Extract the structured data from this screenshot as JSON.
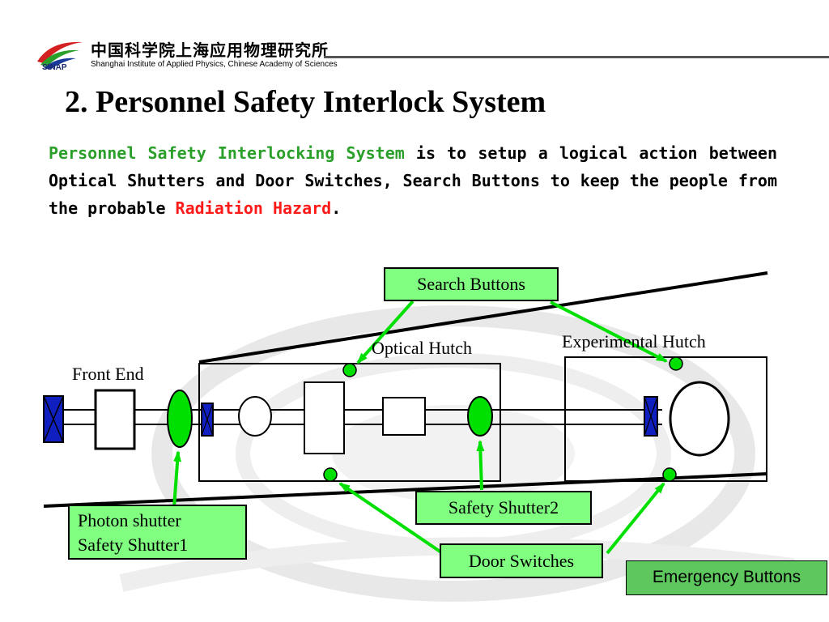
{
  "header": {
    "logo_cn": "中国科学院上海应用物理研究所",
    "logo_en": "Shanghai Institute of Applied Physics, Chinese Academy of Sciences",
    "logo_abbr": "SINAP"
  },
  "slide": {
    "title": "2.  Personnel Safety Interlock System",
    "intro_highlight": "Personnel Safety Interlocking System",
    "intro_body": " is to setup a logical action between Optical Shutters and Door Switches, Search Buttons to keep the people from the probable ",
    "intro_hazard": "Radiation Hazard",
    "intro_end": "."
  },
  "diagram": {
    "front_end": "Front End",
    "optical_hutch": "Optical Hutch",
    "experimental_hutch": "Experimental Hutch",
    "search_buttons": "Search Buttons",
    "photon_shutter": "Photon shutter",
    "safety_shutter1": "Safety Shutter1",
    "safety_shutter2": "Safety Shutter2",
    "door_switches": "Door Switches",
    "emergency_buttons": "Emergency Buttons"
  },
  "colors": {
    "accent_green": "#00e000",
    "box_green": "#80ff80",
    "hazard_red": "#ff1a1a",
    "valve_blue": "#1020c0"
  }
}
